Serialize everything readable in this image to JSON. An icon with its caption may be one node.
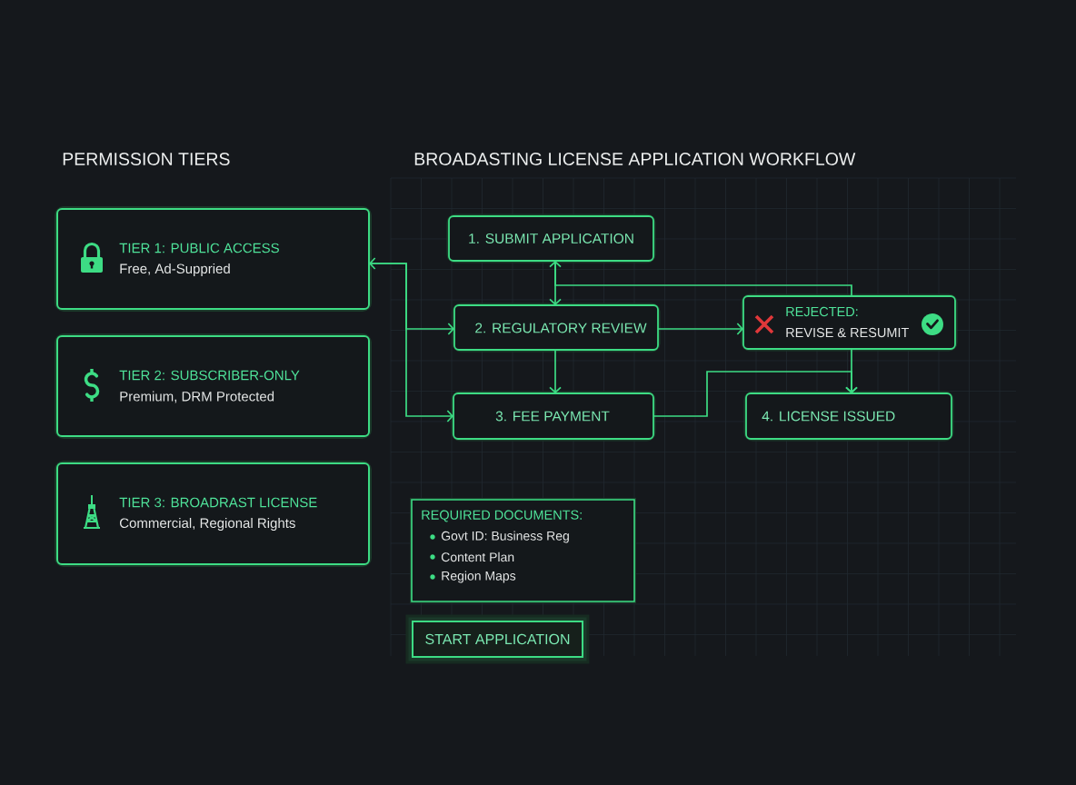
{
  "diagram": {
    "nodes": [
      {
        "text": [
          "TIER 1: PUBLIC ACCESS",
          "Free, Ad-Suppried"
        ]
      },
      {
        "text": [
          "TIER 2: SUBSCRIBER-ONLY",
          "Premium, DRM Protected"
        ]
      },
      {
        "text": [
          "TIER 3: BROADRAST LICENSE",
          "Commercial, Regional Rights"
        ]
      },
      {
        "text": [
          "1. SUBMIT APPLICATION"
        ]
      },
      {
        "text": [
          "2. REGULATORY REVIEW"
        ]
      },
      {
        "text": [
          "3. FEE PAYMENT"
        ]
      },
      {
        "text": [
          "REJECTED:",
          "REVISE & RESUMIT"
        ]
      },
      {
        "text": [
          "4. LICENSE ISSUED"
        ]
      },
      {
        "text": [
          "REQUIRED DOCUMENTS:",
          "Govt ID: Business Reg",
          "Content Plan",
          "Region Maps"
        ]
      },
      {
        "text": [
          "START APPLICATION"
        ]
      }
    ],
    "edges": [
      {
        "from": 0,
        "to": 4,
        "arrow": "both"
      },
      {
        "from": 0,
        "to": 5,
        "arrow": "to"
      },
      {
        "from": 3,
        "to": 4,
        "arrow": "to"
      },
      {
        "from": 6,
        "to": 3,
        "arrow": "to"
      },
      {
        "from": 4,
        "to": 6,
        "arrow": "to"
      },
      {
        "from": 4,
        "to": 5,
        "arrow": "to"
      },
      {
        "from": 6,
        "to": 7,
        "arrow": "to"
      },
      {
        "from": 5,
        "to": 7,
        "arrow": "to"
      }
    ],
    "labels": [
      "PERMISSION TIERS",
      "BROADASTING LICENSE APPLICATION WORKFLOW"
    ]
  }
}
